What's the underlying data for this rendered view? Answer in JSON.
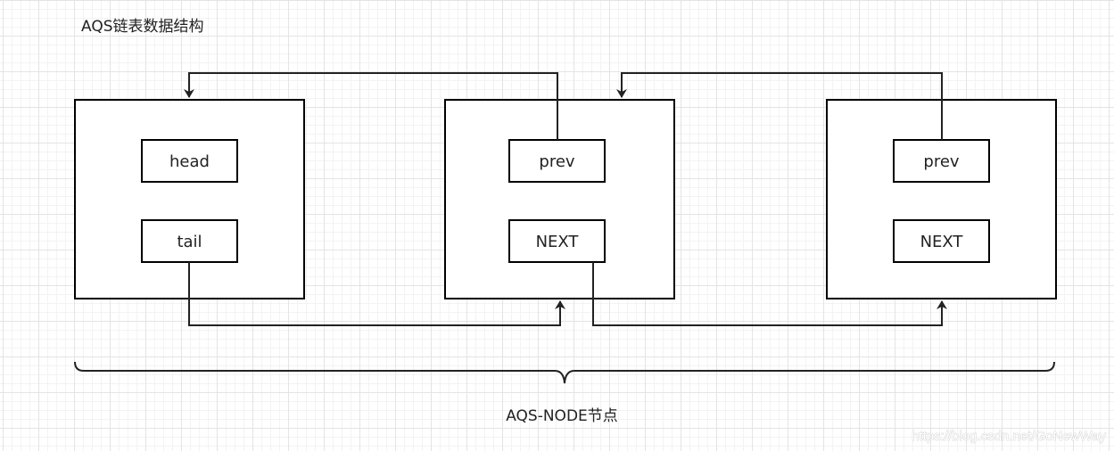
{
  "diagram": {
    "title": "AQS链表数据结构",
    "brace_label": "AQS-NODE节点",
    "watermark": "https://blog.csdn.net/GoNewWay",
    "nodes": [
      {
        "fields": [
          "head",
          "tail"
        ]
      },
      {
        "fields": [
          "prev",
          "NEXT"
        ]
      },
      {
        "fields": [
          "prev",
          "NEXT"
        ]
      }
    ],
    "colors": {
      "stroke": "#000000",
      "text": "#222222",
      "grid": "#e4e4e4",
      "background": "#ffffff"
    }
  }
}
